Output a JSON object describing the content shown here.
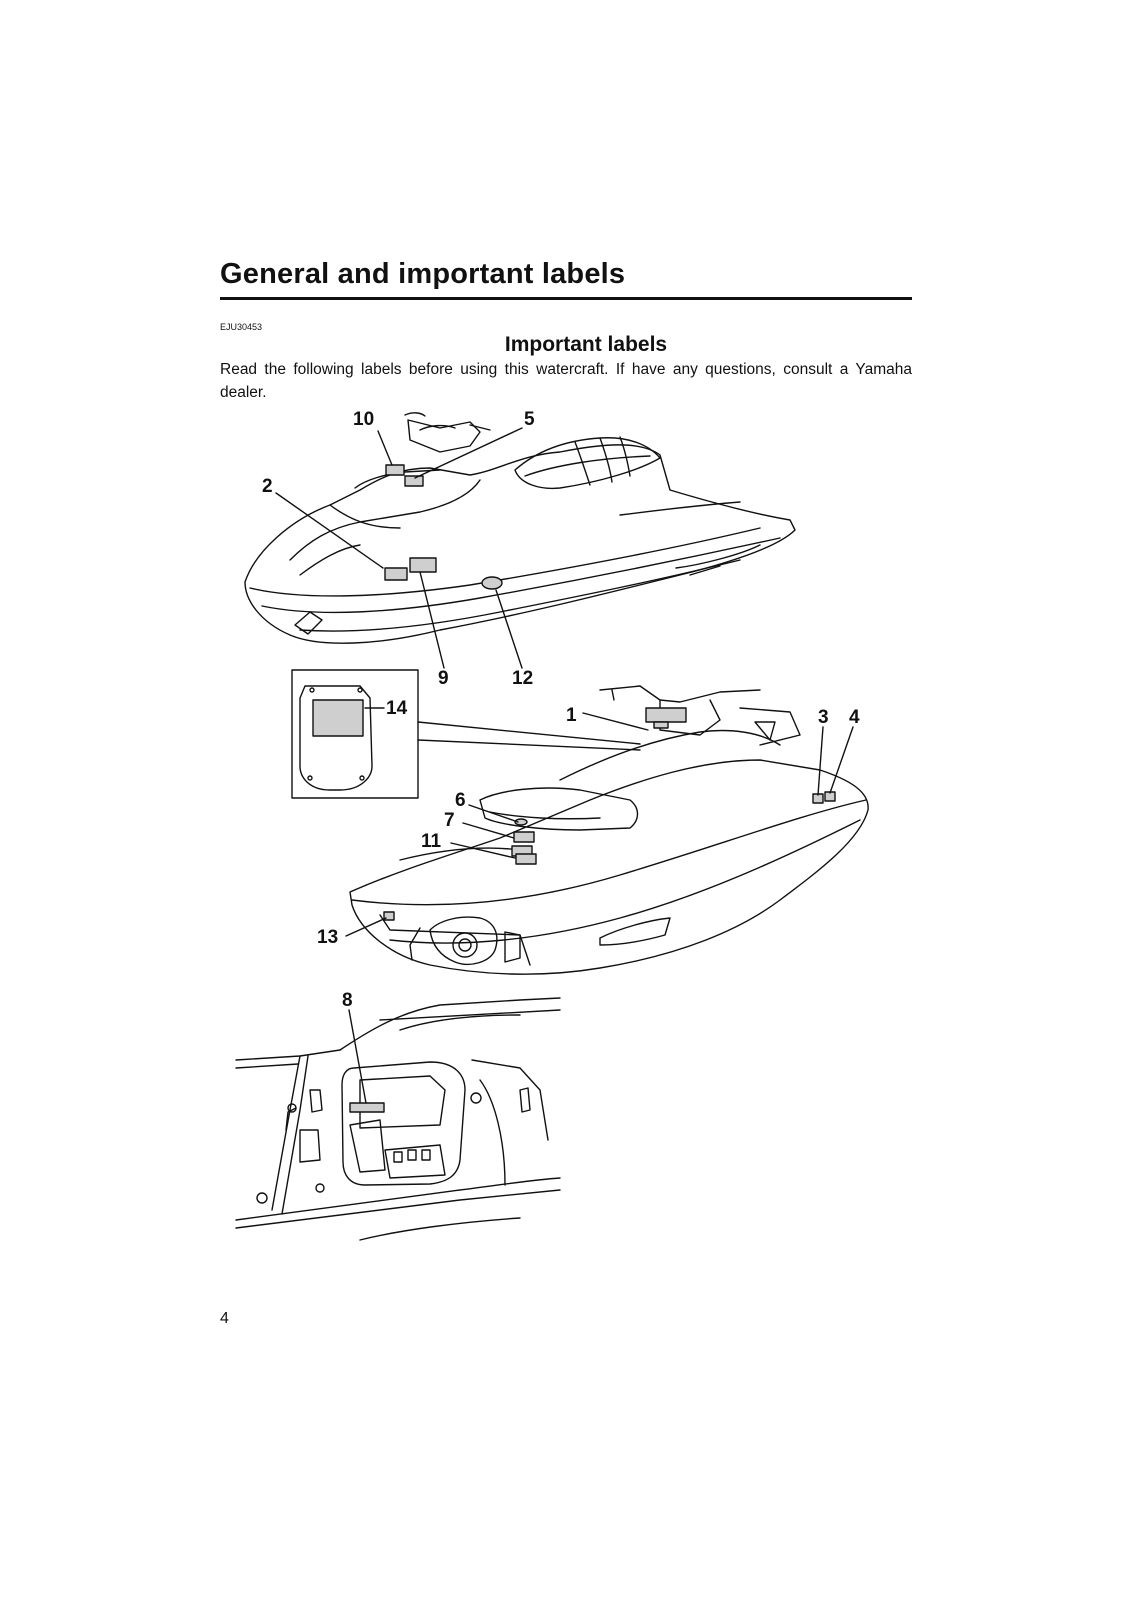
{
  "page": {
    "section_title": "General and important labels",
    "doc_code": "EJU30453",
    "heading": "Important labels",
    "body_text": "Read the following labels before using this watercraft. If have any questions, consult a Yamaha dealer.",
    "page_number": "4"
  },
  "figure": {
    "callouts": [
      "10",
      "5",
      "2",
      "9",
      "12",
      "14",
      "1",
      "3",
      "4",
      "6",
      "7",
      "11",
      "13",
      "8"
    ]
  }
}
